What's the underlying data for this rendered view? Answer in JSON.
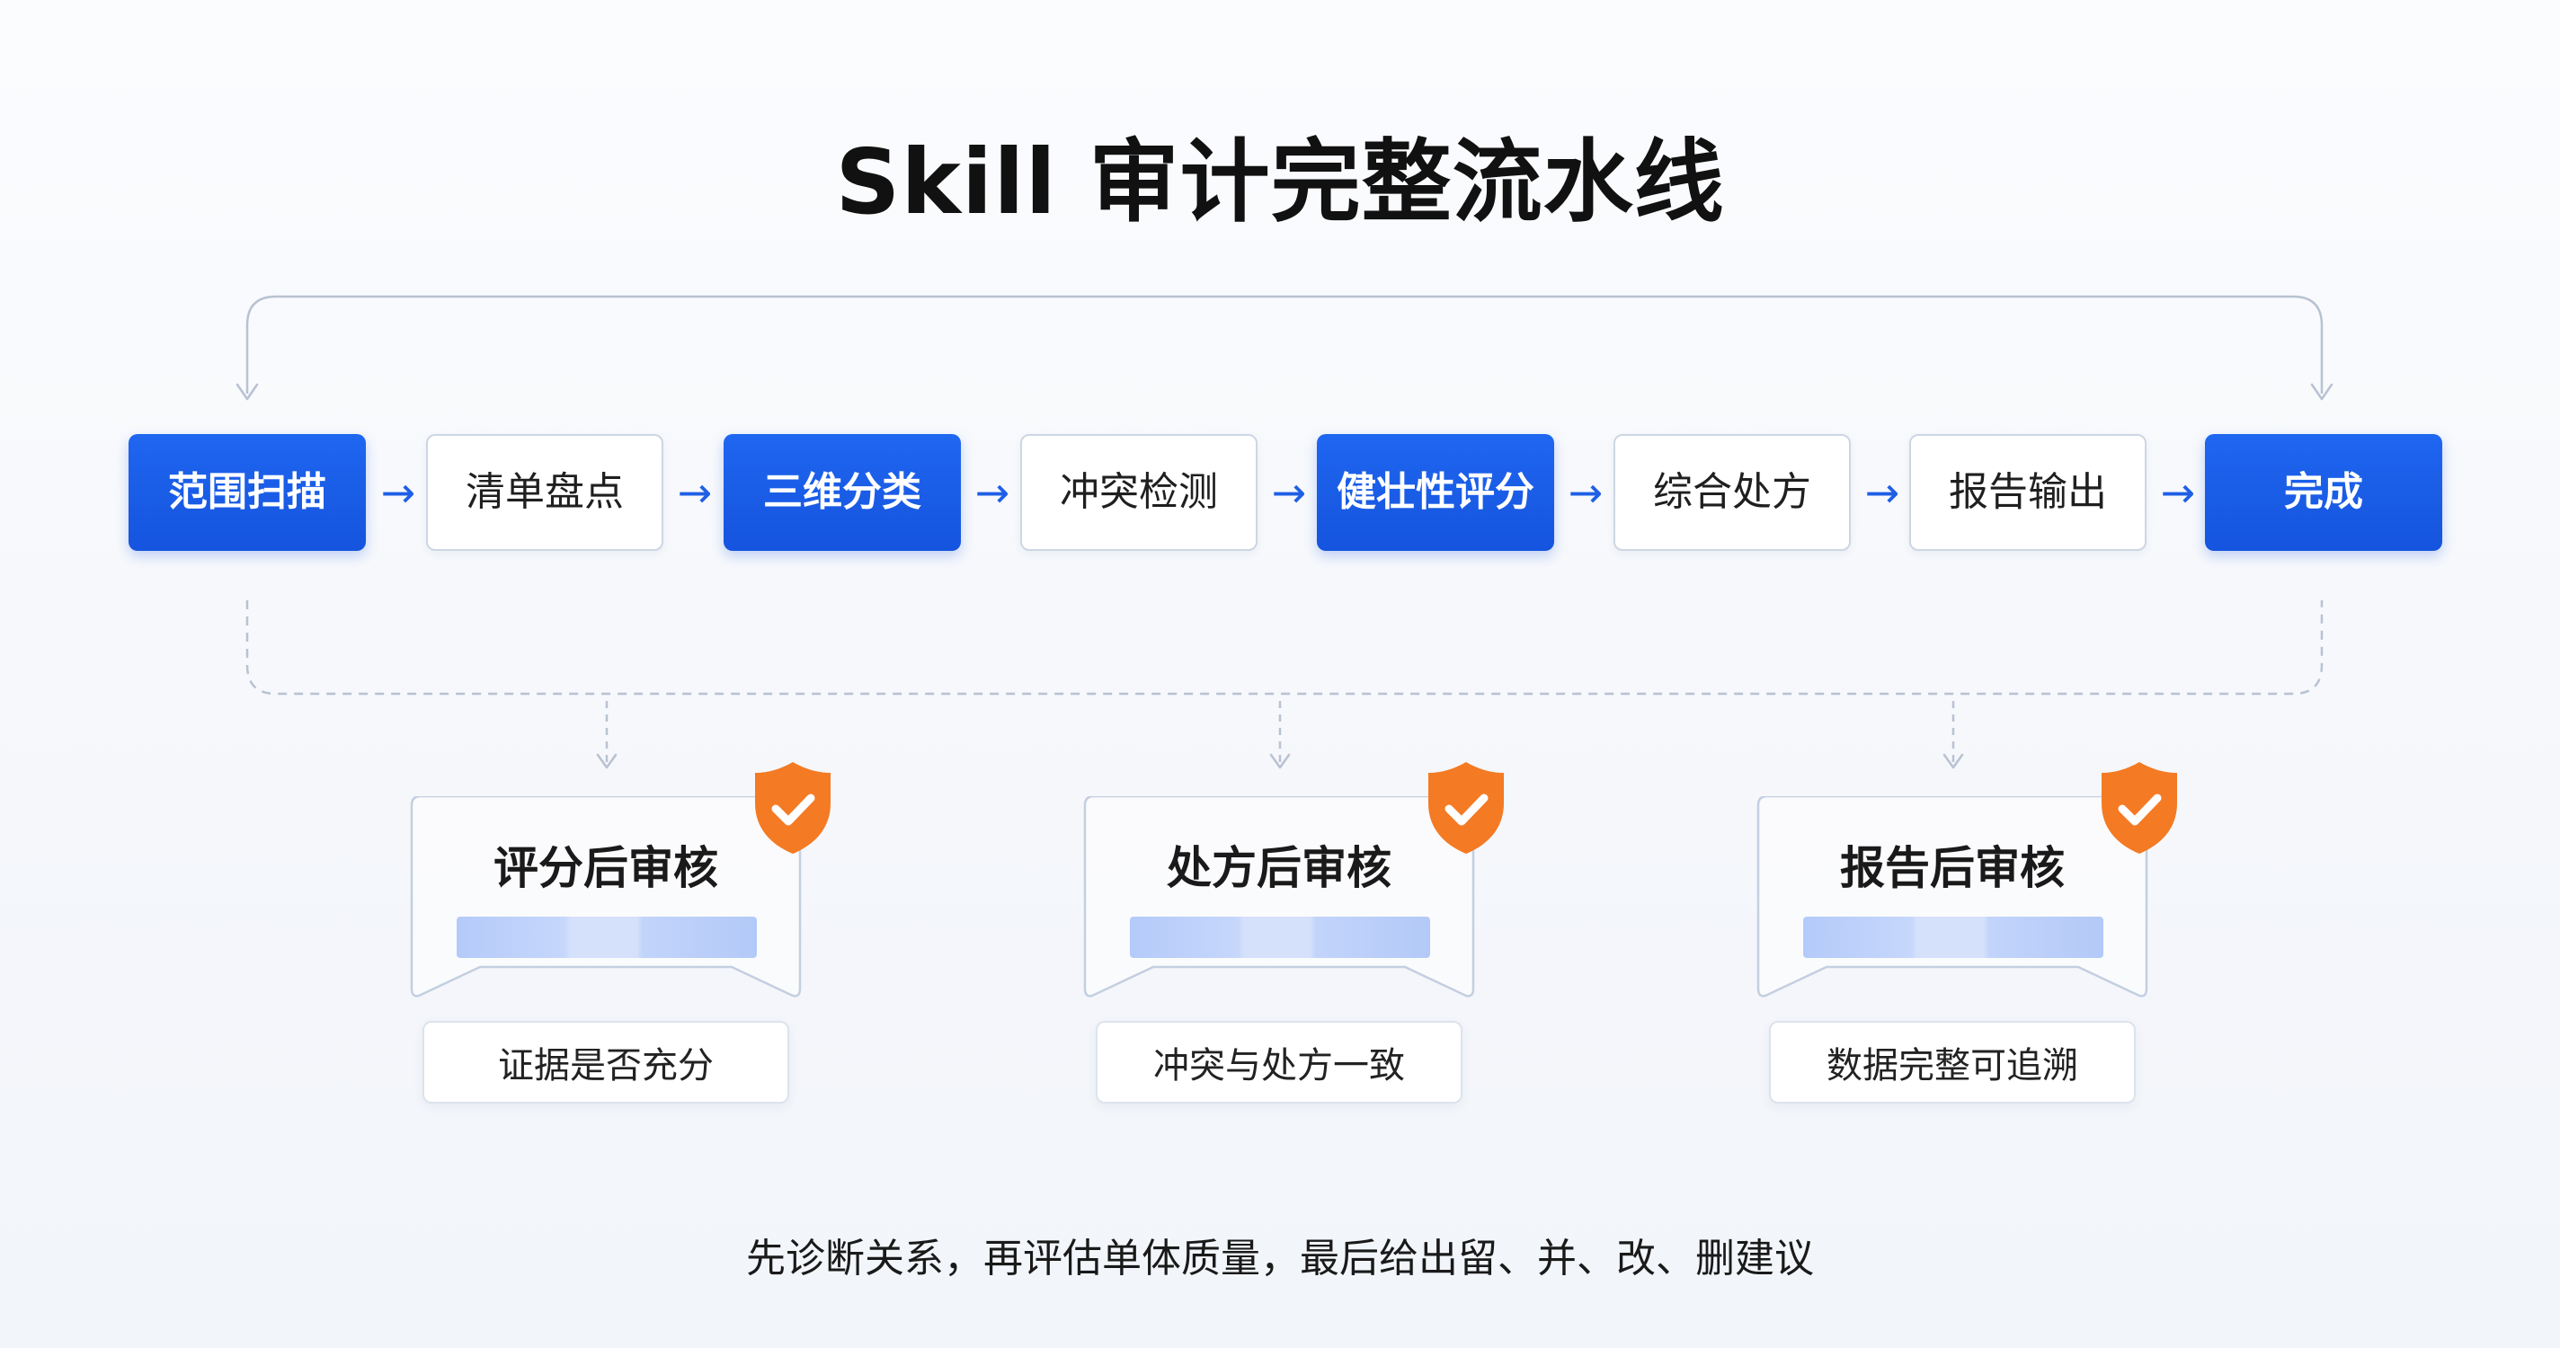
{
  "title": "Skill 审计完整流水线",
  "steps": [
    {
      "label": "范围扫描",
      "style": "primary"
    },
    {
      "label": "清单盘点",
      "style": "secondary"
    },
    {
      "label": "三维分类",
      "style": "primary"
    },
    {
      "label": "冲突检测",
      "style": "secondary"
    },
    {
      "label": "健壮性评分",
      "style": "primary"
    },
    {
      "label": "综合处方",
      "style": "secondary"
    },
    {
      "label": "报告输出",
      "style": "secondary"
    },
    {
      "label": "完成",
      "style": "primary"
    }
  ],
  "arrow_glyph": "→",
  "reviews": [
    {
      "title": "评分后审核",
      "criteria": "证据是否充分"
    },
    {
      "title": "处方后审核",
      "criteria": "冲突与处方一致"
    },
    {
      "title": "报告后审核",
      "criteria": "数据完整可追溯"
    }
  ],
  "caption": "先诊断关系，再评估单体质量，最后给出留、并、改、删建议",
  "colors": {
    "primary": "#1a5ee8",
    "primary_text": "#ffffff",
    "secondary_border": "#cdd6e4",
    "arrow": "#1f5fe6",
    "connector": "#b8c2d2",
    "shield": "#f47a24",
    "bar": "#b8cdfa"
  },
  "icons": [
    "arrow-right-icon",
    "check-shield-icon"
  ]
}
